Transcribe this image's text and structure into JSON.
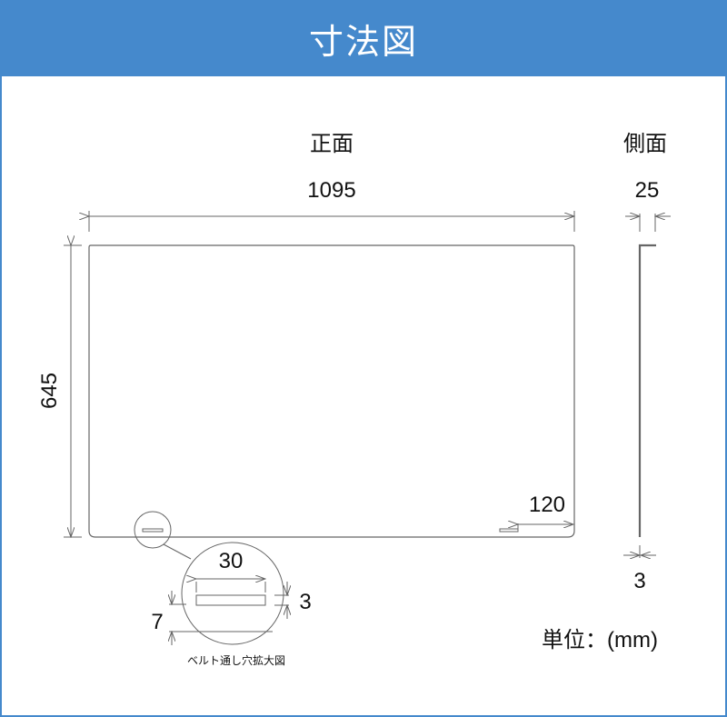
{
  "header": {
    "title": "寸法図"
  },
  "front_view": {
    "title": "正面",
    "width_label": "1095",
    "height_label": "645",
    "notch_label": "120"
  },
  "side_view": {
    "title": "側面",
    "depth_label": "25",
    "thickness_label": "3"
  },
  "detail": {
    "width_label": "30",
    "height_label": "7",
    "slot_label": "3",
    "caption": "ベルト通し穴拡大図"
  },
  "unit": {
    "label": "単位：(mm)"
  },
  "colors": {
    "accent": "#4589cc",
    "line": "#666666"
  }
}
